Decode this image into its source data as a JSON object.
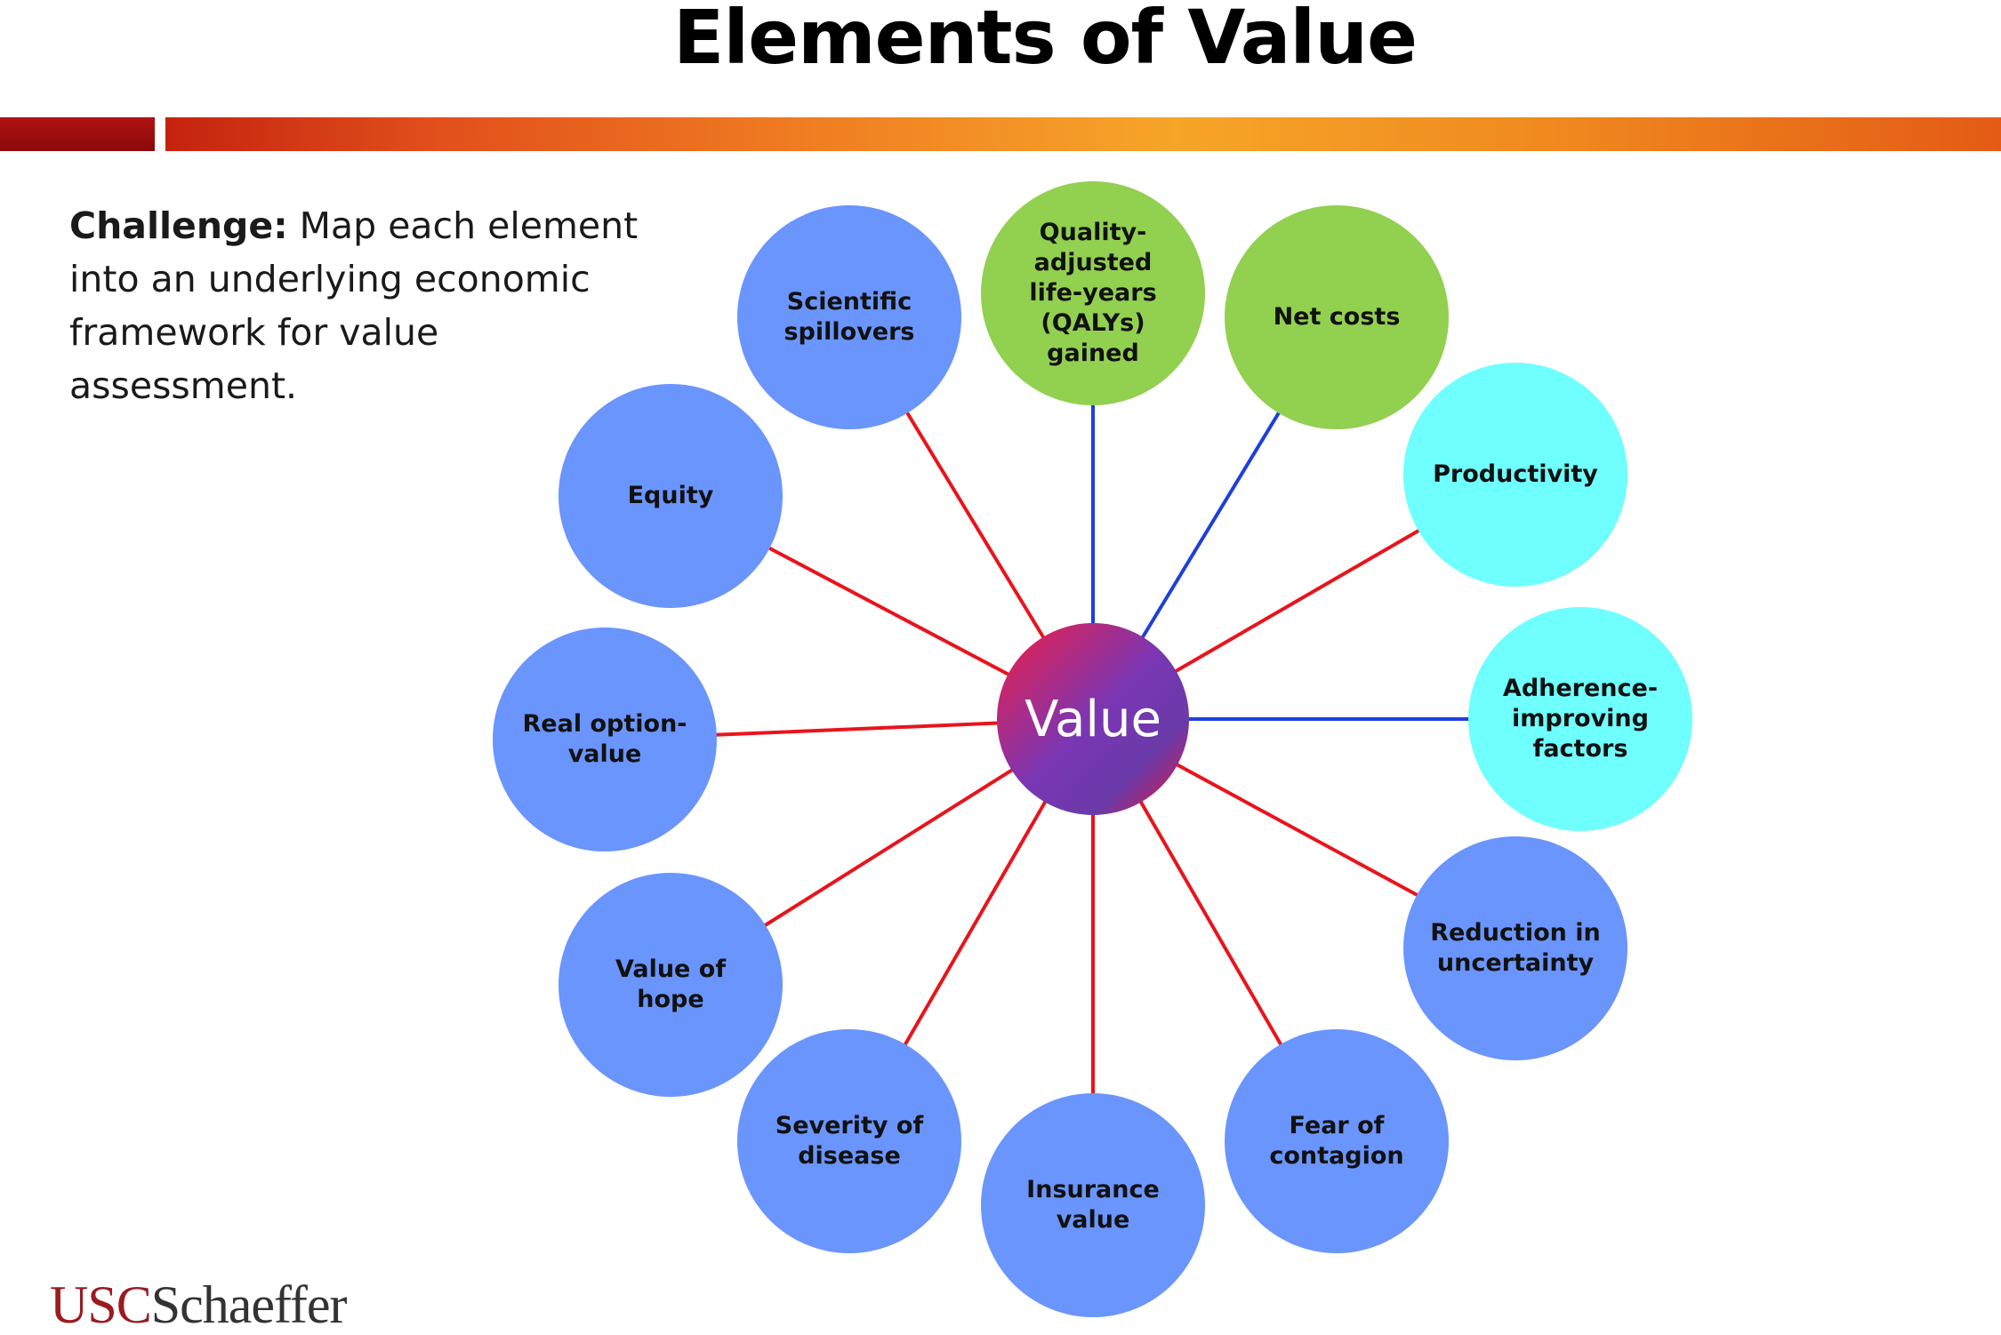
{
  "title": "Elements of Value",
  "challenge": {
    "label": "Challenge:",
    "text": " Map each element into an underlying economic framework for value assessment."
  },
  "center": {
    "label": "Value"
  },
  "colors": {
    "blue_node": "#6a95fd",
    "green_node": "#92d050",
    "cyan_node": "#6ffffe",
    "red_connector": "#e8141c",
    "blue_connector": "#1f3fdc"
  },
  "nodes": [
    {
      "id": "qalys",
      "label": "Quality-\nadjusted\nlife-years\n(QALYs)\ngained",
      "group": "green"
    },
    {
      "id": "net-costs",
      "label": "Net costs",
      "group": "green"
    },
    {
      "id": "productivity",
      "label": "Productivity",
      "group": "cyan"
    },
    {
      "id": "adherence",
      "label": "Adherence-\nimproving\nfactors",
      "group": "cyan"
    },
    {
      "id": "reduction-uncertainty",
      "label": "Reduction in\nuncertainty",
      "group": "blue"
    },
    {
      "id": "fear-contagion",
      "label": "Fear of\ncontagion",
      "group": "blue"
    },
    {
      "id": "insurance-value",
      "label": "Insurance\nvalue",
      "group": "blue"
    },
    {
      "id": "severity",
      "label": "Severity of\ndisease",
      "group": "blue"
    },
    {
      "id": "value-hope",
      "label": "Value of\nhope",
      "group": "blue"
    },
    {
      "id": "real-option",
      "label": "Real option-\nvalue",
      "group": "blue"
    },
    {
      "id": "equity",
      "label": "Equity",
      "group": "blue"
    },
    {
      "id": "scientific-spillovers",
      "label": "Scientific\nspillovers",
      "group": "blue"
    }
  ],
  "logo": {
    "usc": "USC",
    "schaeffer": "Schaeffer"
  }
}
